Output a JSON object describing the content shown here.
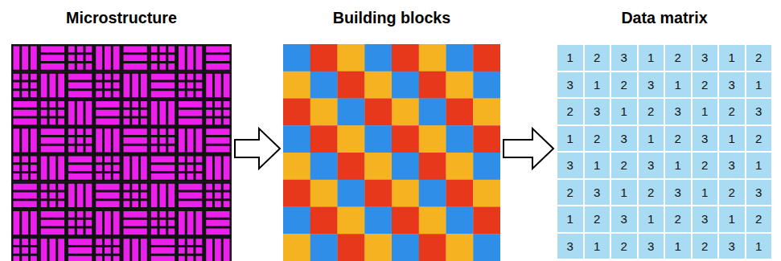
{
  "diagram": {
    "nodes": [
      {
        "text": [
          "Microstructure"
        ]
      },
      {
        "text": [
          "Building blocks"
        ]
      },
      {
        "text": [
          "Data matrix"
        ]
      }
    ],
    "edges": [
      {
        "from": 0,
        "to": 1,
        "arrow": "to"
      },
      {
        "from": 1,
        "to": 2,
        "arrow": "to"
      }
    ],
    "labels": [
      "1",
      "2",
      "3",
      "1",
      "2",
      "3",
      "1",
      "2",
      "3",
      "1",
      "2",
      "3",
      "1",
      "2",
      "3",
      "1",
      "2",
      "3",
      "1",
      "2",
      "3",
      "1",
      "2",
      "3",
      "1",
      "2",
      "3",
      "1",
      "2",
      "3",
      "1",
      "2",
      "3",
      "1",
      "2",
      "3",
      "1",
      "2",
      "3",
      "1",
      "2",
      "3",
      "1",
      "2",
      "3",
      "1",
      "2",
      "3",
      "1",
      "2",
      "3",
      "1",
      "2",
      "3",
      "1",
      "2",
      "3",
      "1",
      "2",
      "3",
      "1",
      "2",
      "3",
      "1"
    ]
  }
}
